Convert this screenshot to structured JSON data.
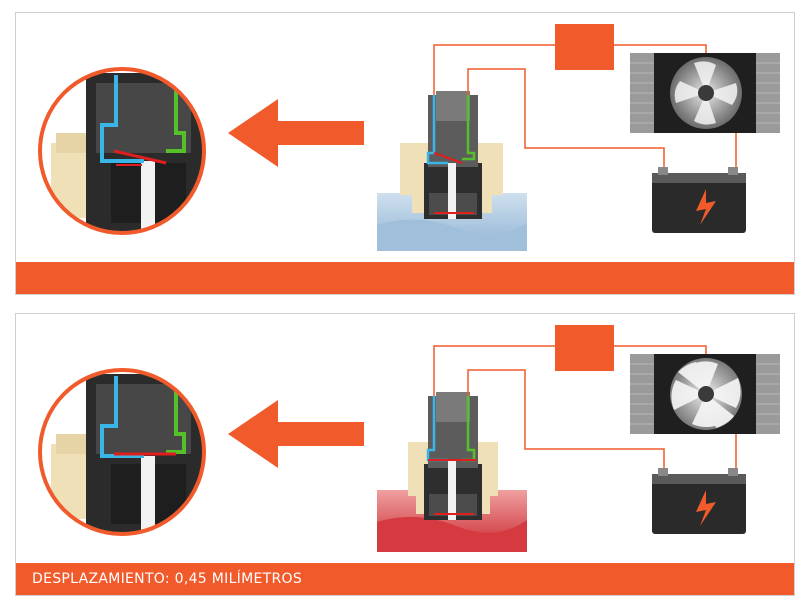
{
  "panels": [
    {
      "state": "cold",
      "caption": ""
    },
    {
      "state": "hot",
      "caption": "DESPLAZAMIENTO: 0,45 MILÍMETROS"
    }
  ],
  "colors": {
    "accent": "#f15a2b",
    "water_cold": "#b8cfe0",
    "water_hot": "#d9333a",
    "housing_beige": "#efe0b8",
    "sensor_dark": "#3a3a3a",
    "wire_blue": "#39b6e6",
    "wire_green": "#56c02a",
    "contact_red": "#e01e1e"
  }
}
